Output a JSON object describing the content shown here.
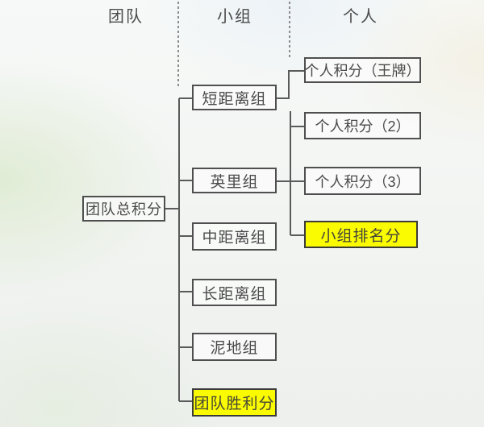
{
  "headers": {
    "team": "团队",
    "group": "小组",
    "individual": "个人"
  },
  "nodes": {
    "root": {
      "label": "团队总积分",
      "highlight": false
    },
    "groups": [
      {
        "label": "短距离组",
        "highlight": false
      },
      {
        "label": "英里组",
        "highlight": false
      },
      {
        "label": "中距离组",
        "highlight": false
      },
      {
        "label": "长距离组",
        "highlight": false
      },
      {
        "label": "泥地组",
        "highlight": false
      },
      {
        "label": "团队胜利分",
        "highlight": true
      }
    ],
    "individuals": [
      {
        "label": "个人积分（王牌）",
        "highlight": false
      },
      {
        "label": "个人积分（2）",
        "highlight": false
      },
      {
        "label": "个人积分（3）",
        "highlight": false
      },
      {
        "label": "小组排名分",
        "highlight": true
      }
    ]
  },
  "edges": [
    {
      "from": "团队总积分",
      "to": "短距离组"
    },
    {
      "from": "团队总积分",
      "to": "英里组"
    },
    {
      "from": "团队总积分",
      "to": "中距离组"
    },
    {
      "from": "团队总积分",
      "to": "长距离组"
    },
    {
      "from": "团队总积分",
      "to": "泥地组"
    },
    {
      "from": "团队总积分",
      "to": "团队胜利分"
    },
    {
      "from": "短距离组",
      "to": "个人积分（王牌）"
    },
    {
      "from": "英里组",
      "to": "个人积分（2）"
    },
    {
      "from": "英里组",
      "to": "个人积分（3）"
    },
    {
      "from": "英里组",
      "to": "小组排名分"
    }
  ],
  "colors": {
    "highlight_fill": "#fafa00",
    "box_border": "#4f4f4f",
    "connector": "#5a5a5a",
    "dotted_separator": "#8c8c8c",
    "text": "#4a4a4a"
  }
}
